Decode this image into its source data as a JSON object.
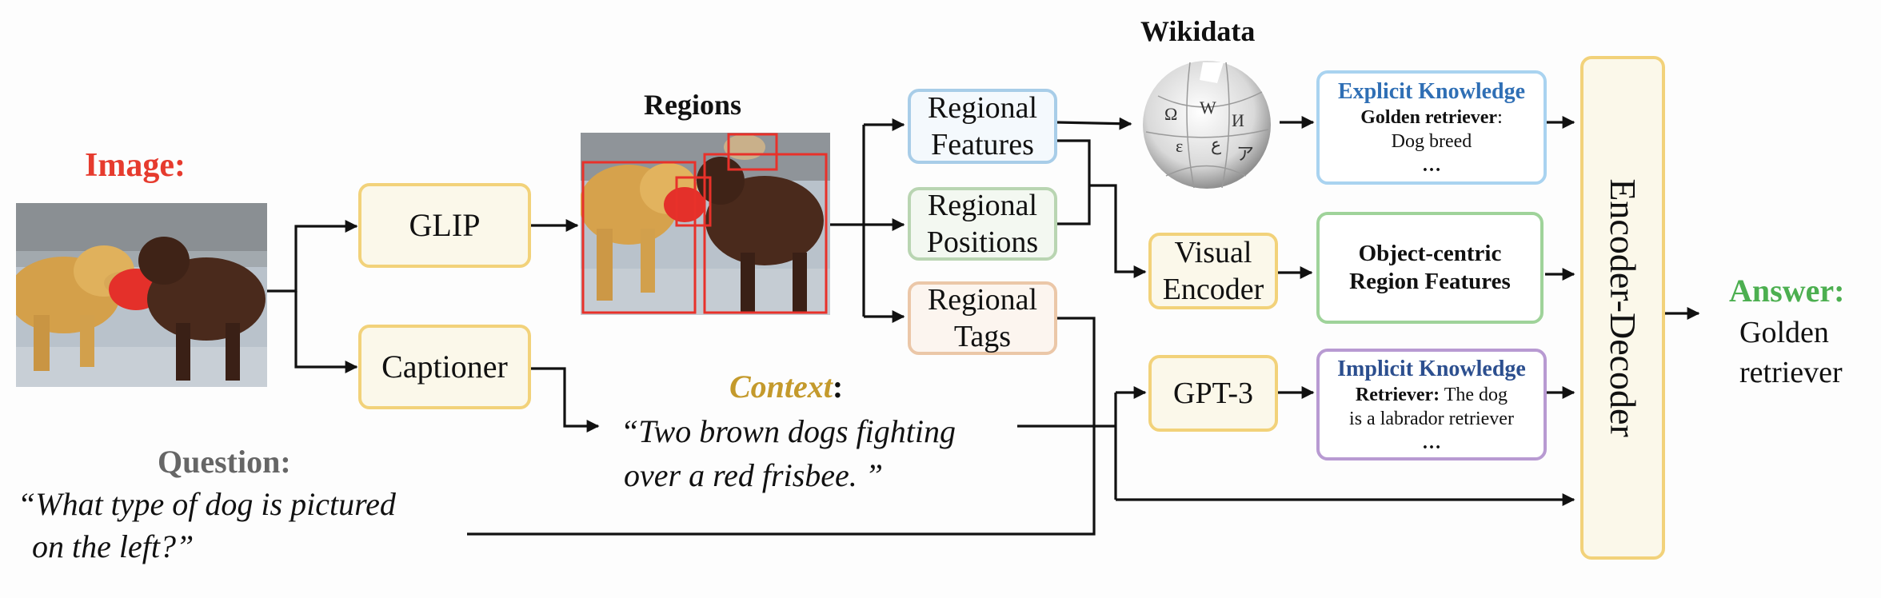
{
  "image_title": "Image:",
  "regions_title": "Regions",
  "wikidata_title": "Wikidata",
  "glip": "GLIP",
  "captioner": "Captioner",
  "regional_features": [
    "Regional",
    "Features"
  ],
  "regional_positions": [
    "Regional",
    "Positions"
  ],
  "regional_tags": [
    "Regional",
    "Tags"
  ],
  "visual_encoder": [
    "Visual",
    "Encoder"
  ],
  "gpt3": "GPT-3",
  "explicit": {
    "title": "Explicit Knowledge",
    "entity": "Golden retriever",
    "colon": ":",
    "desc": "Dog breed",
    "ellipsis": "…"
  },
  "object_centric": [
    "Object-centric",
    "Region Features"
  ],
  "implicit": {
    "title": "Implicit Knowledge",
    "lead": "Retriever:",
    "line1": " The dog",
    "line2": "is a labrador retriever",
    "ellipsis": "…"
  },
  "encoder_decoder": "Encoder-Decoder",
  "answer": {
    "title": "Answer:",
    "line1": "Golden",
    "line2": "retriever"
  },
  "context": {
    "title": "Context",
    "colon": ":",
    "line1": "“Two brown dogs fighting",
    "line2": "over a red frisbee. ”"
  },
  "question": {
    "title": "Question:",
    "line1": "“What type of dog is pictured",
    "line2": "on the left?”"
  },
  "colors": {
    "image_title": "#e63b2e",
    "answer_title": "#4caf50",
    "context_title": "#c49a2c",
    "question_title": "#666666",
    "explicit_title": "#2f6fb5",
    "implicit_title": "#2c4f8f",
    "region_boxes": "#e8312a"
  }
}
